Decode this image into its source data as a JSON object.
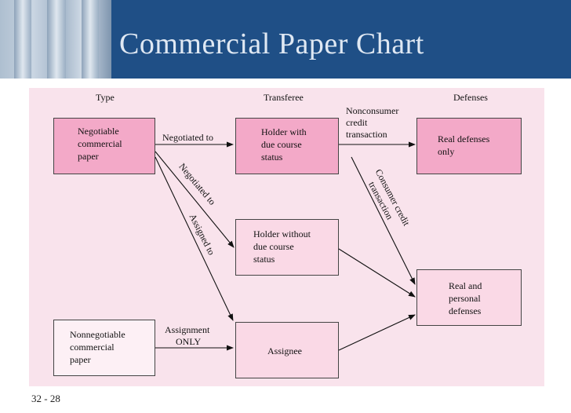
{
  "slide": {
    "title": "Commercial Paper Chart",
    "footer": "32 - 28"
  },
  "columns": {
    "type": "Type",
    "transferee": "Transferee",
    "defenses": "Defenses"
  },
  "boxes": {
    "negotiable": [
      "Negotiable",
      "commercial",
      "paper"
    ],
    "nonnegotiable": [
      "Nonnegotiable",
      "commercial",
      "paper"
    ],
    "hdc": [
      "Holder with",
      "due course",
      "status"
    ],
    "holder_without": [
      "Holder without",
      "due course",
      "status"
    ],
    "assignee": "Assignee",
    "real_only": [
      "Real defenses",
      "only"
    ],
    "real_personal": [
      "Real and",
      "personal",
      "defenses"
    ]
  },
  "labels": {
    "negotiated_to": "Negotiated to",
    "negotiated_to_diag": "Negotiated to",
    "assigned_to": "Assigned to",
    "assignment": [
      "Assignment",
      "ONLY"
    ],
    "nonconsumer": [
      "Nonconsumer",
      "credit",
      "transaction"
    ],
    "consumer": [
      "Consumer credit",
      "transaction"
    ]
  }
}
